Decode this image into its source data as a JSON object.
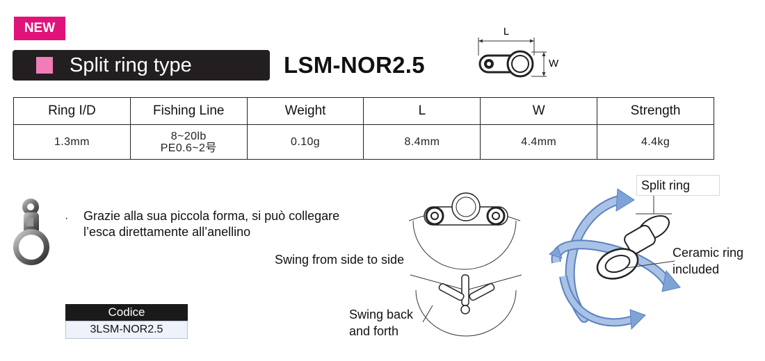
{
  "badge": "NEW",
  "type_label": "Split ring type",
  "model": "LSM-NOR2.5",
  "dims": {
    "l": "L",
    "w": "W"
  },
  "spec": {
    "headers": [
      "Ring I/D",
      "Fishing Line",
      "Weight",
      "L",
      "W",
      "Strength"
    ],
    "values": {
      "ring_id": "1.3mm",
      "line_1": "8~20lb",
      "line_2": "PE0.6~2号",
      "weight": "0.10g",
      "l": "8.4mm",
      "w": "4.4mm",
      "strength": "4.4kg"
    }
  },
  "bullet": "·",
  "description": {
    "line1": "Grazie alla sua piccola forma, si può collegare",
    "line2": "l’esca direttamente all’anellino"
  },
  "codice": {
    "header": "Codice",
    "value": "3LSM-NOR2.5"
  },
  "swing": {
    "side": "Swing from side to side",
    "back_1": "Swing back",
    "back_2": "and forth"
  },
  "ring": {
    "split": "Split ring",
    "ceramic_1": "Ceramic ring",
    "ceramic_2": "included"
  },
  "colors": {
    "badge": "#e0137b",
    "bar": "#231f20",
    "square": "#f07cb8",
    "arrow": "#7ea3d6"
  }
}
